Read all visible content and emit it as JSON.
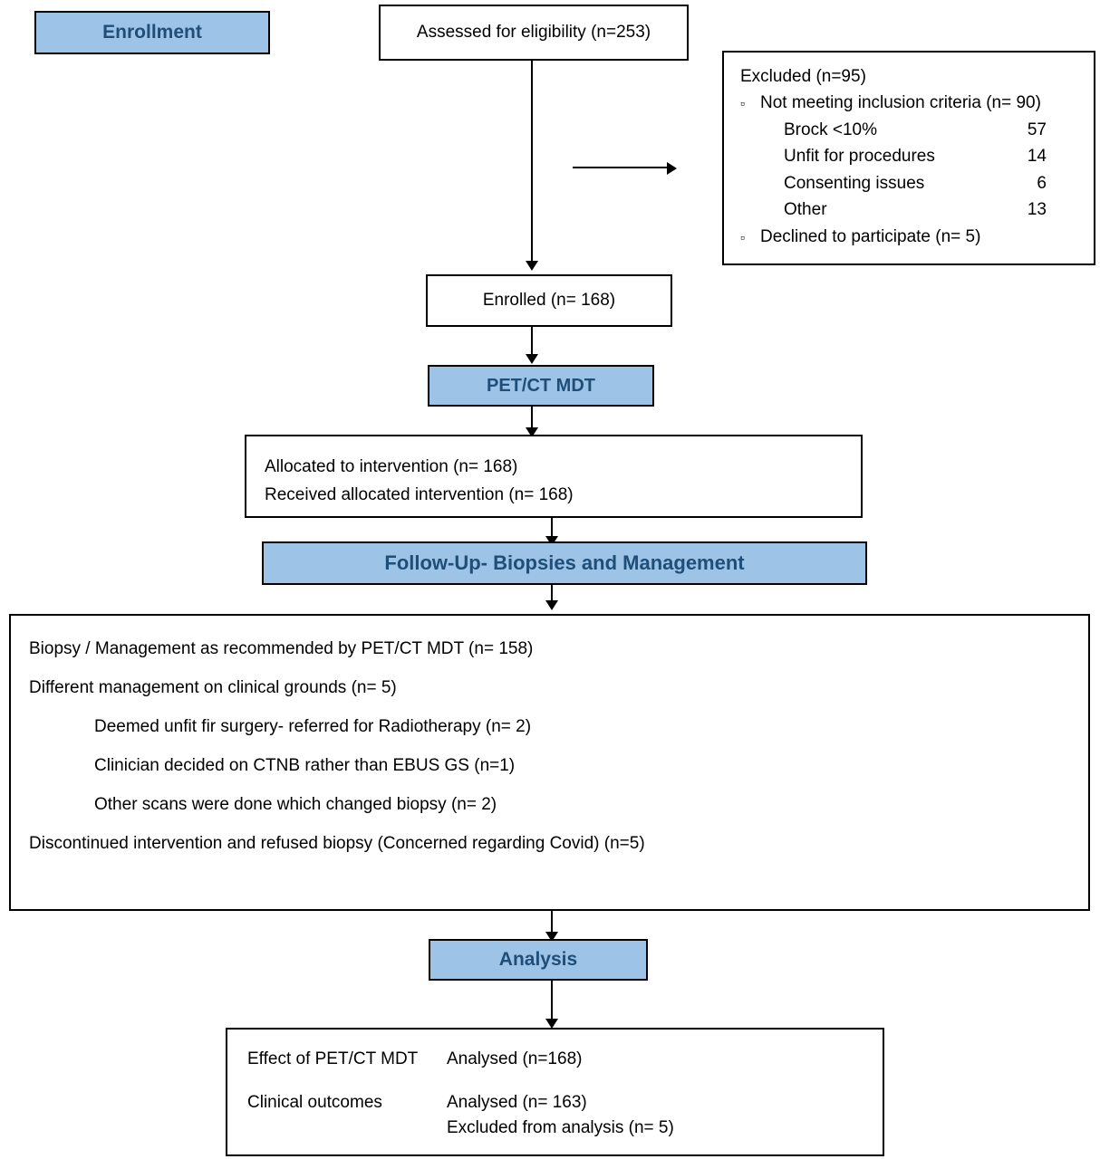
{
  "diagram": {
    "title": "CONSORT-style participant flow diagram",
    "colors": {
      "blue_fill": "#9dc3e6",
      "blue_text": "#1f4e79",
      "border": "#000000"
    },
    "stages": {
      "enrollment_label": "Enrollment",
      "petct_mdt_label": "PET/CT MDT",
      "followup_label": "Follow-Up- Biopsies and Management",
      "analysis_label": "Analysis"
    },
    "assessed": "Assessed for eligibility (n=253)",
    "excluded": {
      "heading": "Excluded (n=95)",
      "not_meeting": "Not meeting inclusion criteria (n= 90)",
      "reasons": [
        {
          "label": "Brock <10%",
          "value": "57"
        },
        {
          "label": "Unfit for procedures",
          "value": "14"
        },
        {
          "label": "Consenting issues",
          "value": "6"
        },
        {
          "label": "Other",
          "value": "13"
        }
      ],
      "declined": "Declined to participate (n= 5)"
    },
    "enrolled": "Enrolled (n= 168)",
    "allocation": {
      "line1": "Allocated to intervention (n= 168)",
      "line2": "Received allocated intervention (n= 168)"
    },
    "followup_box": {
      "line1": "Biopsy / Management as recommended by PET/CT MDT (n= 158)",
      "line2": "Different management on clinical grounds (n= 5)",
      "sub1": "Deemed unfit fir surgery- referred for Radiotherapy (n= 2)",
      "sub2": "Clinician decided on CTNB rather than EBUS GS (n=1)",
      "sub3": "Other scans were done which changed biopsy (n= 2)",
      "line3": "Discontinued intervention and refused biopsy (Concerned regarding Covid) (n=5)"
    },
    "analysis_box": [
      {
        "label": "Effect of PET/CT MDT",
        "values": [
          "Analysed (n=168)"
        ]
      },
      {
        "label": "Clinical outcomes",
        "values": [
          "Analysed (n= 163)",
          "Excluded from analysis (n= 5)"
        ]
      }
    ]
  }
}
